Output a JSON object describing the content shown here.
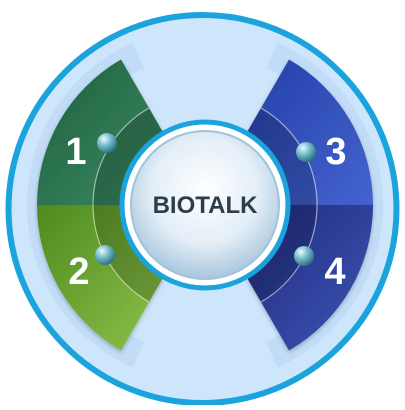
{
  "center": {
    "label": "BIOTALK"
  },
  "segments": [
    {
      "number": "1",
      "colors": [
        "#1f5f3e",
        "#3b8a63"
      ]
    },
    {
      "number": "2",
      "colors": [
        "#4e8a1f",
        "#8dc24a"
      ]
    },
    {
      "number": "3",
      "colors": [
        "#2340a8",
        "#4563d0"
      ]
    },
    {
      "number": "4",
      "colors": [
        "#232c82",
        "#3a54b2"
      ]
    }
  ],
  "colors": {
    "outer_ring": "#1aa3dc",
    "disc_fill": "#cde6fb",
    "band": "#c2dcf7",
    "center_border": "#1aa3dc",
    "center_fill": "#dcebf6",
    "label": "#2d3e4a",
    "bead": "#6fb7c6"
  }
}
